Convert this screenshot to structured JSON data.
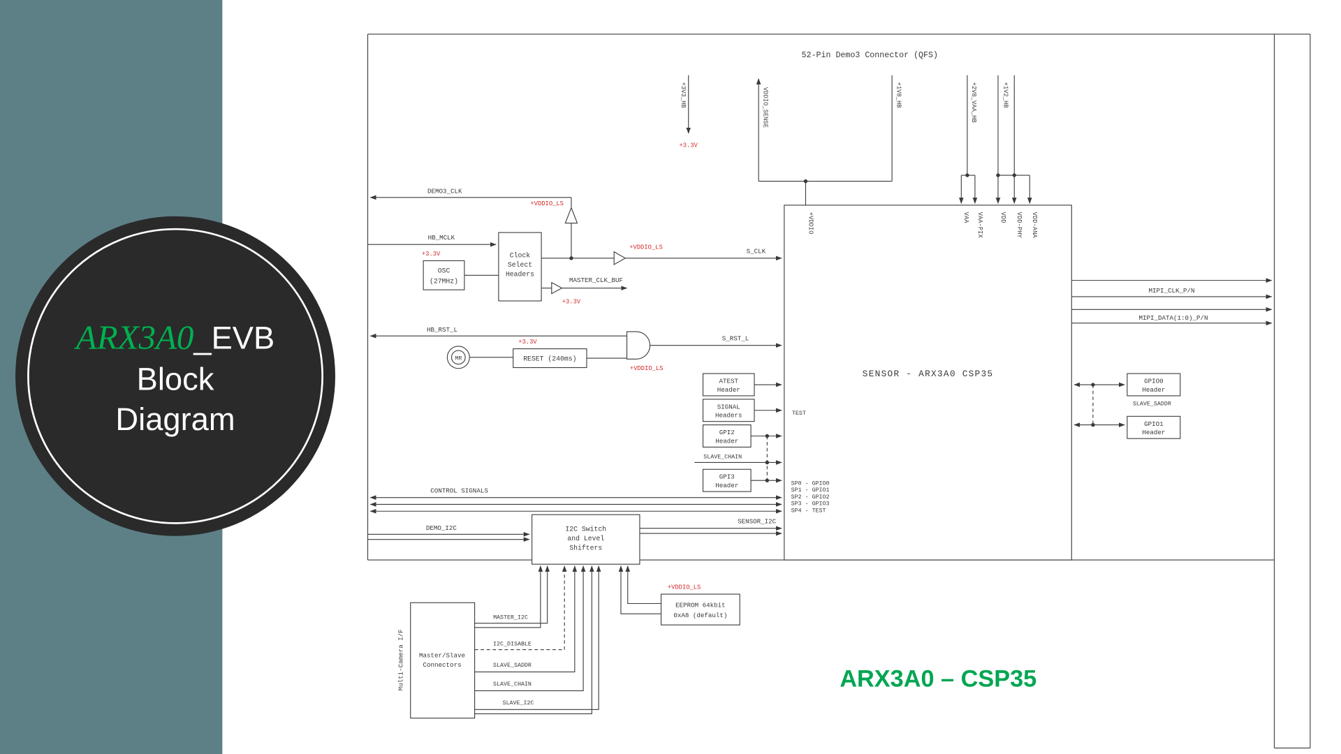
{
  "theme": {
    "teal_band": "#5D8087",
    "circle_bg": "#2A2A2A",
    "badge_green": "#00B050",
    "footer_green": "#00A651",
    "red_label": "#D42B2B",
    "line_color": "#3A3A3A"
  },
  "badge": {
    "green_text": "ARX3A0",
    "white_text": "_EVB",
    "line2": "Block",
    "line3": "Diagram"
  },
  "connector_title": "52-Pin Demo3 Connector (QFS)",
  "footer_text": "ARX3A0 – CSP35",
  "sensor_label": "SENSOR - ARX3A0 CSP35",
  "power": {
    "p3v3_hb": "+3V3_HB",
    "p3v3": "+3.3V",
    "vddio_sense": "VDDIO_SENSE",
    "p1v8_hb": "+1V8_HB",
    "p2v8_vaa_hb": "+2V8_VAA_HB",
    "p1v2_hb": "+1V2_HB",
    "vddio": "+VDDIO",
    "vaa": "VAA",
    "vaa_pix": "VAA-PIX",
    "vdd": "VDD",
    "vdd_phy": "VDD-PHY",
    "vdd_ana": "VDD-ANA",
    "vddio_ls": "+VDDIO_LS"
  },
  "blocks": {
    "osc": {
      "line1": "OSC",
      "line2": "(27MHz)"
    },
    "clock_select": {
      "line1": "Clock",
      "line2": "Select",
      "line3": "Headers"
    },
    "mr": "MR",
    "reset": "RESET (240ms)",
    "atest": {
      "line1": "ATEST",
      "line2": "Header"
    },
    "signal": {
      "line1": "SIGNAL",
      "line2": "Headers"
    },
    "gpi2": {
      "line1": "GPI2",
      "line2": "Header"
    },
    "gpi3": {
      "line1": "GPI3",
      "line2": "Header"
    },
    "i2c_switch": {
      "line1": "I2C Switch",
      "line2": "and Level",
      "line3": "Shifters"
    },
    "eeprom": {
      "line1": "EEPROM 64kbit",
      "line2": "0xA8 (default)"
    },
    "master_slave": {
      "line1": "Master/Slave",
      "line2": "Connectors"
    },
    "multi_camera": "Multi-Camera I/F",
    "gpio0": {
      "line1": "GPIO0",
      "line2": "Header"
    },
    "gpio1": {
      "line1": "GPIO1",
      "line2": "Header"
    }
  },
  "signals": {
    "demo3_clk": "DEMO3_CLK",
    "hb_mclk": "HB_MCLK",
    "s_clk": "S_CLK",
    "master_clk_buf": "MASTER_CLK_BUF",
    "hb_rst_l": "HB_RST_L",
    "s_rst_l": "S_RST_L",
    "test": "TEST",
    "slave_chain": "SLAVE_CHAIN",
    "control_signals": "CONTROL SIGNALS",
    "demo_i2c": "DEMO_I2C",
    "sensor_i2c": "SENSOR_I2C",
    "master_i2c": "MASTER_I2C",
    "i2c_disable": "I2C_DISABLE",
    "slave_saddr": "SLAVE_SADDR",
    "slave_i2c": "SLAVE_I2C",
    "mipi_clk": "MIPI_CLK_P/N",
    "mipi_data": "MIPI_DATA(1:0)_P/N",
    "sp_map": [
      "SP0 - GPIO0",
      "SP1 - GPIO1",
      "SP2 - GPIO2",
      "SP3 - GPIO3",
      "SP4 - TEST"
    ]
  }
}
